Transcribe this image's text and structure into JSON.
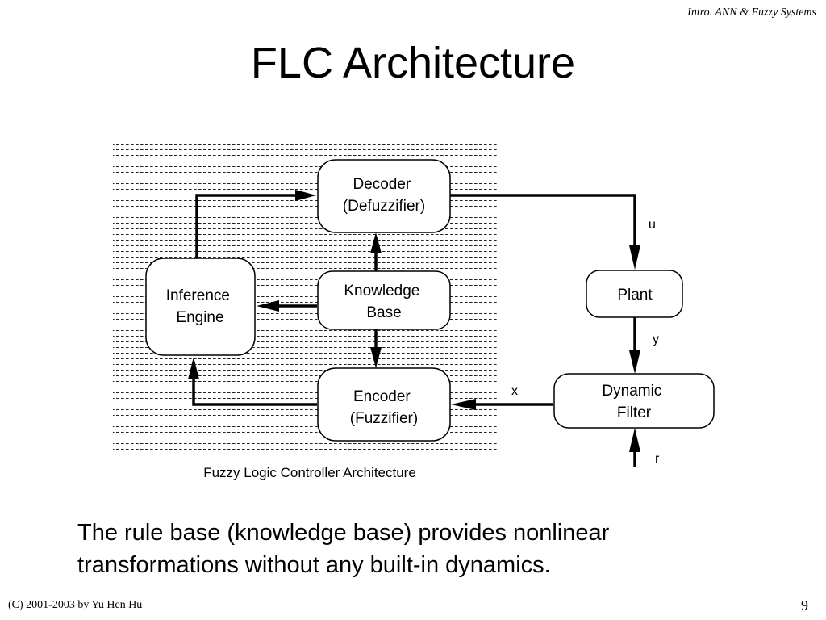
{
  "header": {
    "course": "Intro. ANN & Fuzzy Systems"
  },
  "slide": {
    "title": "FLC Architecture",
    "body": "The rule base (knowledge base) provides nonlinear transformations without any built-in dynamics."
  },
  "diagram": {
    "caption": "Fuzzy Logic Controller Architecture",
    "blocks": {
      "decoder": [
        "Decoder",
        "(Defuzzifier)"
      ],
      "knowledge_base": [
        "Knowledge",
        "Base"
      ],
      "inference_engine": [
        "Inference",
        "Engine"
      ],
      "encoder": [
        "Encoder",
        "(Fuzzifier)"
      ],
      "plant": [
        "Plant"
      ],
      "dynamic_filter": [
        "Dynamic",
        "Filter"
      ]
    },
    "signals": {
      "u": "u",
      "y": "y",
      "x": "x",
      "r": "r"
    }
  },
  "footer": {
    "copyright": "(C) 2001-2003 by Yu Hen Hu",
    "page_number": "9"
  }
}
